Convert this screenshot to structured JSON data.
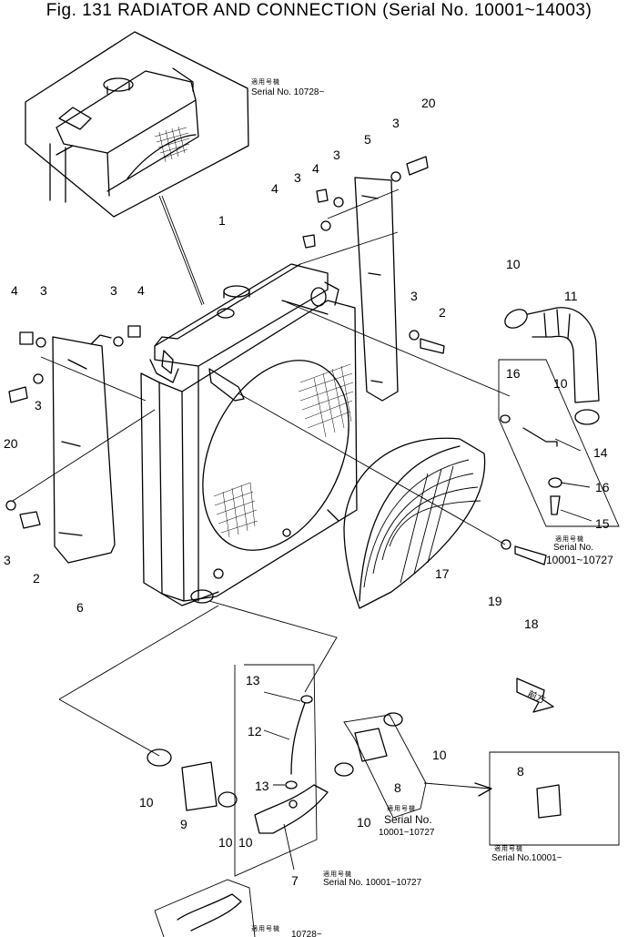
{
  "figure": {
    "title": "Fig. 131 RADIATOR AND CONNECTION (Serial No. 10001~14003)"
  },
  "callouts": [
    {
      "id": "c1",
      "text": "1"
    },
    {
      "id": "c2a",
      "text": "2"
    },
    {
      "id": "c2b",
      "text": "2"
    },
    {
      "id": "c3a",
      "text": "3"
    },
    {
      "id": "c3b",
      "text": "3"
    },
    {
      "id": "c3c",
      "text": "3"
    },
    {
      "id": "c3d",
      "text": "3"
    },
    {
      "id": "c3e",
      "text": "3"
    },
    {
      "id": "c3f",
      "text": "3"
    },
    {
      "id": "c3g",
      "text": "3"
    },
    {
      "id": "c3h",
      "text": "3"
    },
    {
      "id": "c4a",
      "text": "4"
    },
    {
      "id": "c4b",
      "text": "4"
    },
    {
      "id": "c4c",
      "text": "4"
    },
    {
      "id": "c4d",
      "text": "4"
    },
    {
      "id": "c5",
      "text": "5"
    },
    {
      "id": "c6",
      "text": "6"
    },
    {
      "id": "c7",
      "text": "7"
    },
    {
      "id": "c8a",
      "text": "8"
    },
    {
      "id": "c8b",
      "text": "8"
    },
    {
      "id": "c9",
      "text": "9"
    },
    {
      "id": "c10a",
      "text": "10"
    },
    {
      "id": "c10b",
      "text": "10"
    },
    {
      "id": "c10c",
      "text": "10"
    },
    {
      "id": "c10d",
      "text": "10"
    },
    {
      "id": "c10e",
      "text": "10"
    },
    {
      "id": "c10f",
      "text": "10"
    },
    {
      "id": "c10g",
      "text": "10"
    },
    {
      "id": "c11",
      "text": "11"
    },
    {
      "id": "c12",
      "text": "12"
    },
    {
      "id": "c13a",
      "text": "13"
    },
    {
      "id": "c13b",
      "text": "13"
    },
    {
      "id": "c14",
      "text": "14"
    },
    {
      "id": "c15",
      "text": "15"
    },
    {
      "id": "c16a",
      "text": "16"
    },
    {
      "id": "c16b",
      "text": "16"
    },
    {
      "id": "c17",
      "text": "17"
    },
    {
      "id": "c18",
      "text": "18"
    },
    {
      "id": "c19",
      "text": "19"
    },
    {
      "id": "c20a",
      "text": "20"
    },
    {
      "id": "c20b",
      "text": "20"
    }
  ],
  "notes": {
    "top_jp": "適用号機",
    "top_serial": "Serial No. 10728~",
    "pipe_jp": "適用号機",
    "pipe_label": "Serial No.",
    "pipe_range": "10001~10727",
    "hose_jp": "適用号機",
    "hose_label": "Serial No.",
    "hose_range": "10001~10727",
    "box8_jp": "適用号機",
    "box8_serial": "Serial No.10001~",
    "lower_jp": "適用号機",
    "lower_serial": "Serial No. 10001~10727",
    "bottom_jp": "適用号機",
    "bottom_serial": "10728~",
    "arrow_jp": "前方"
  }
}
